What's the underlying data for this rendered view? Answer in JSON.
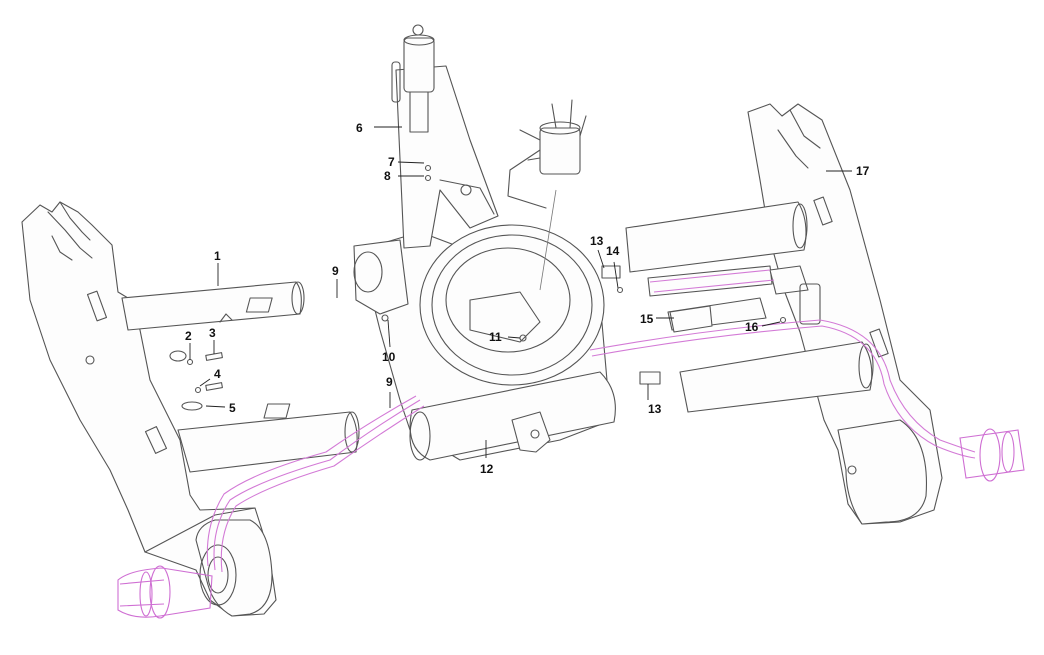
{
  "colors": {
    "outline": "#555555",
    "hose": "#d37ad6",
    "motor": "#cf6fd3",
    "leader": "#222222"
  },
  "callouts": [
    {
      "id": "c1",
      "text": "1"
    },
    {
      "id": "c2",
      "text": "2"
    },
    {
      "id": "c3",
      "text": "3"
    },
    {
      "id": "c4",
      "text": "4"
    },
    {
      "id": "c5",
      "text": "5"
    },
    {
      "id": "c6",
      "text": "6"
    },
    {
      "id": "c7",
      "text": "7"
    },
    {
      "id": "c8",
      "text": "8"
    },
    {
      "id": "c9a",
      "text": "9"
    },
    {
      "id": "c9b",
      "text": "9"
    },
    {
      "id": "c10",
      "text": "10"
    },
    {
      "id": "c11",
      "text": "11"
    },
    {
      "id": "c12",
      "text": "12"
    },
    {
      "id": "c13a",
      "text": "13"
    },
    {
      "id": "c13b",
      "text": "13"
    },
    {
      "id": "c14",
      "text": "14"
    },
    {
      "id": "c15",
      "text": "15"
    },
    {
      "id": "c16",
      "text": "16"
    },
    {
      "id": "c17",
      "text": "17"
    }
  ]
}
